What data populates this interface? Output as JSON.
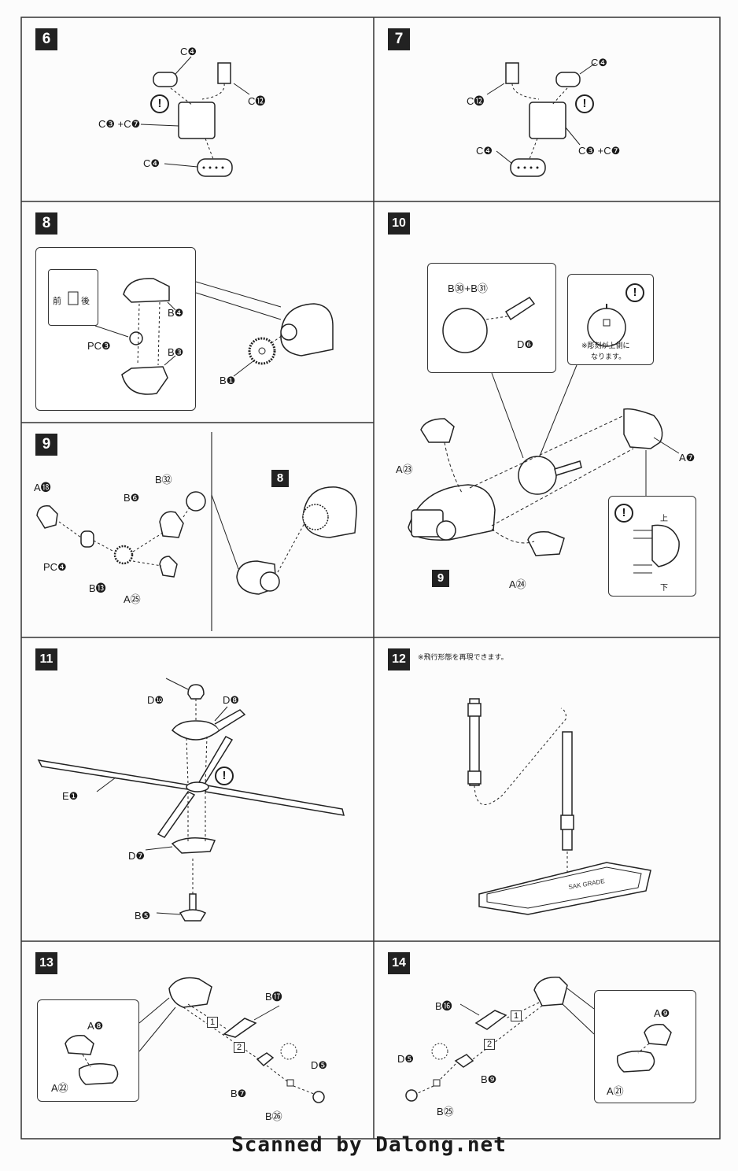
{
  "steps": {
    "s6": {
      "num": "6",
      "labels": [
        "C❹",
        "C⓬",
        "C❸ +C❼",
        "C❹"
      ]
    },
    "s7": {
      "num": "7",
      "labels": [
        "C❹",
        "C⓬",
        "C❸ +C❼",
        "C❹"
      ]
    },
    "s8": {
      "num": "8",
      "front": "前",
      "back": "後",
      "labels": [
        "PC❸",
        "B❹",
        "B❸",
        "B❶"
      ]
    },
    "s9": {
      "num": "9",
      "ref": "8",
      "labels": [
        "A⓲",
        "B㉜",
        "B❻",
        "PC❹",
        "B⓭",
        "A㉕"
      ]
    },
    "s10": {
      "num": "10",
      "ref": "9",
      "note_mark": "※彫刻が上側に",
      "note_mark2": "なります。",
      "up": "上",
      "down": "下",
      "labels": [
        "B㉚+B㉛",
        "D❻",
        "A❼",
        "A㉓",
        "A㉔"
      ]
    },
    "s11": {
      "num": "11",
      "labels": [
        "D❿",
        "D❽",
        "E❶",
        "D❼",
        "B❺"
      ]
    },
    "s12": {
      "num": "12",
      "note": "※飛行形態を再現できます。"
    },
    "s13": {
      "num": "13",
      "labels": [
        "B⓱",
        "A❽",
        "A㉒",
        "D❺",
        "B❼",
        "B㉖"
      ],
      "seq": [
        "1",
        "2"
      ]
    },
    "s14": {
      "num": "14",
      "labels": [
        "B⓰",
        "A❾",
        "D❺",
        "B❾",
        "B㉕",
        "A㉑"
      ],
      "seq": [
        "1",
        "2"
      ]
    }
  },
  "warning_symbol": "!",
  "footer": "Scanned by Dalong.net"
}
